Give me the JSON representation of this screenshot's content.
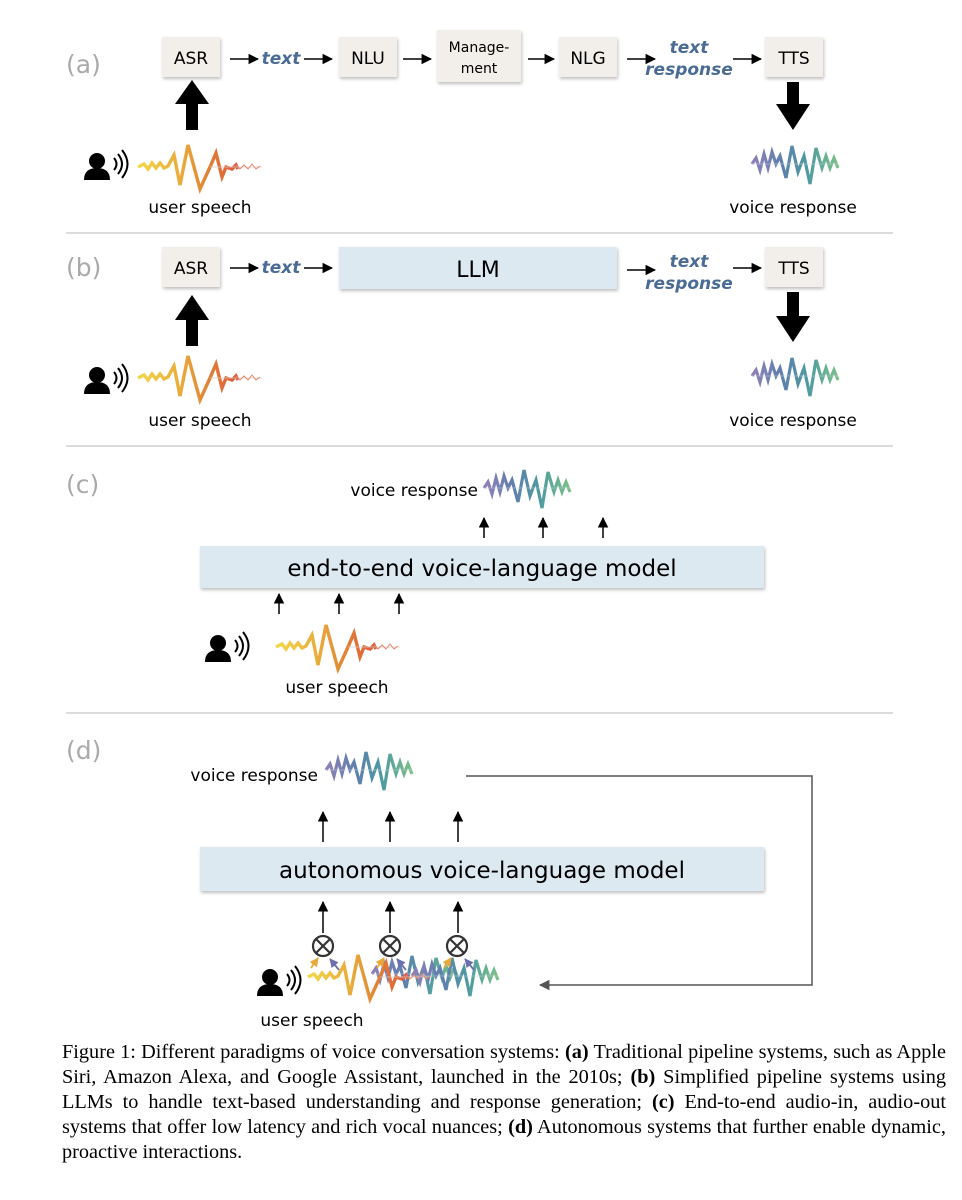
{
  "panels": {
    "a": {
      "label": "(a)",
      "boxes": {
        "asr": "ASR",
        "nlu": "NLU",
        "mgmt_1": "Manage-",
        "mgmt_2": "ment",
        "nlg": "NLG",
        "tts": "TTS"
      },
      "text_label": "text",
      "text_response_1": "text",
      "text_response_2": "response",
      "user_speech": "user speech",
      "voice_response": "voice response"
    },
    "b": {
      "label": "(b)",
      "boxes": {
        "asr": "ASR",
        "llm": "LLM",
        "tts": "TTS"
      },
      "text_label": "text",
      "text_response_1": "text",
      "text_response_2": "response",
      "user_speech": "user speech",
      "voice_response": "voice response"
    },
    "c": {
      "label": "(c)",
      "model": "end-to-end voice-language model",
      "user_speech": "user speech",
      "voice_response": "voice response"
    },
    "d": {
      "label": "(d)",
      "model": "autonomous voice-language model",
      "user_speech": "user speech",
      "voice_response": "voice response"
    }
  },
  "colors": {
    "box_fill": "#f2eeea",
    "model_fill": "#dde9f1",
    "panel_label": "#aaaaaa",
    "text_label": "#4a6b94",
    "divider": "#dcdcdc",
    "input_wave": [
      "#f2d84a",
      "#e8a83a",
      "#e07a35",
      "#e05a40"
    ],
    "output_wave": [
      "#8f80b8",
      "#5e7fae",
      "#4e9aa0",
      "#7cc08a"
    ]
  },
  "icons": [
    "user-speaking-icon",
    "user-speech-waveform-icon",
    "voice-response-waveform-icon",
    "multiply-circle-icon"
  ],
  "caption": {
    "prefix": "Figure 1: Different paradigms of voice conversation systems: ",
    "a_tag": "(a)",
    "a_text": " Traditional pipeline systems, such as Apple Siri, Amazon Alexa, and Google Assistant, launched in the 2010s; ",
    "b_tag": "(b)",
    "b_text": " Simplified pipeline systems using LLMs to handle text-based understanding and response generation; ",
    "c_tag": "(c)",
    "c_text": " End-to-end audio-in, audio-out systems that offer low latency and rich vocal nuances; ",
    "d_tag": "(d)",
    "d_text": " Autonomous systems that further enable dynamic, proactive interactions."
  }
}
